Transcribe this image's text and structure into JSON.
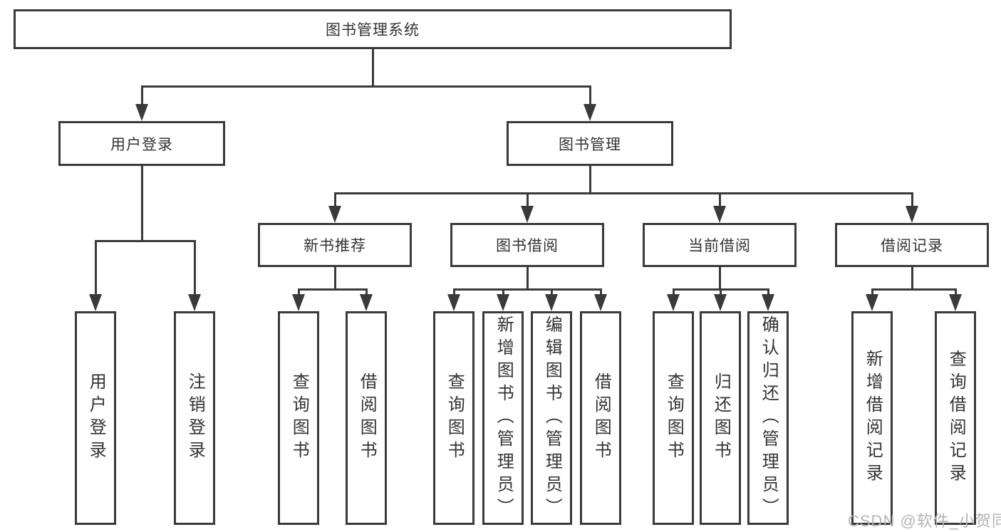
{
  "tree": {
    "root": {
      "label": "图书管理系统"
    },
    "level2": [
      {
        "label": "用户登录",
        "children": [
          "用户登录",
          "注销登录"
        ]
      },
      {
        "label": "图书管理"
      }
    ],
    "level3": [
      {
        "label": "新书推荐",
        "children": [
          "查询图书",
          "借阅图书"
        ]
      },
      {
        "label": "图书借阅",
        "children": [
          "查询图书",
          "新增图书（管理员）",
          "编辑图书（管理员）",
          "借阅图书"
        ]
      },
      {
        "label": "当前借阅",
        "children": [
          "查询图书",
          "归还图书",
          "确认归还（管理员）"
        ]
      },
      {
        "label": "借阅记录",
        "children": [
          "新增借阅记录",
          "查询借阅记录"
        ]
      }
    ]
  },
  "watermark": "CSDN @软件_小贺同学",
  "colors": {
    "line": "#3a3a3a",
    "text": "#333333",
    "background": "#ffffff",
    "watermark": "#b5b5b5"
  }
}
